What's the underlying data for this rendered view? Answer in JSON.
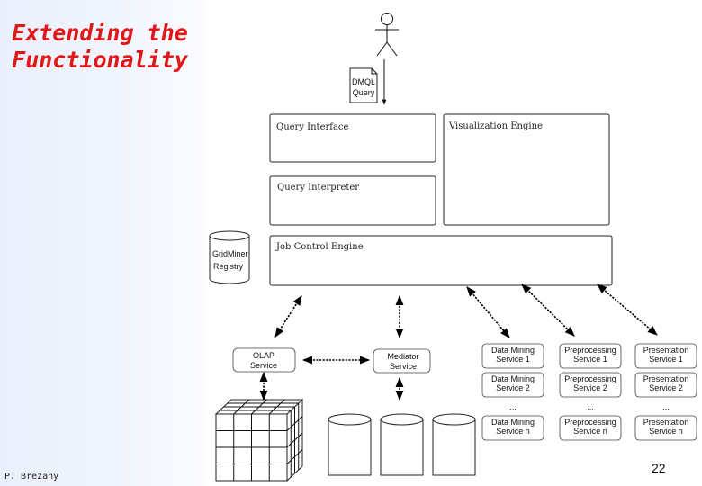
{
  "slide": {
    "title": "Extending the\nFunctionality",
    "author": "P. Brezany",
    "page_number": "22"
  },
  "diagram": {
    "dmql_query": [
      "DMQL",
      "Query"
    ],
    "query_interface": "Query Interface",
    "visualization_engine": "Visualization Engine",
    "query_interpreter": "Query Interpreter",
    "gridminer_registry": [
      "GridMiner",
      "Registry"
    ],
    "job_control_engine": "Job Control Engine",
    "olap_service": [
      "OLAP",
      "Service"
    ],
    "mediator_service": [
      "Mediator",
      "Service"
    ],
    "service_columns": [
      {
        "rows": [
          [
            "Data Mining",
            "Service 1"
          ],
          [
            "Data Mining",
            "Service 2"
          ],
          [
            "Data Mining",
            "Service n"
          ]
        ]
      },
      {
        "rows": [
          [
            "Preprocessing",
            "Service 1"
          ],
          [
            "Preprocessing",
            "Service 2"
          ],
          [
            "Preprocessing",
            "Service n"
          ]
        ]
      },
      {
        "rows": [
          [
            "Presentation",
            "Service 1"
          ],
          [
            "Presentation",
            "Service 2"
          ],
          [
            "Presentation",
            "Service n"
          ]
        ]
      }
    ],
    "ellipsis": "..."
  }
}
